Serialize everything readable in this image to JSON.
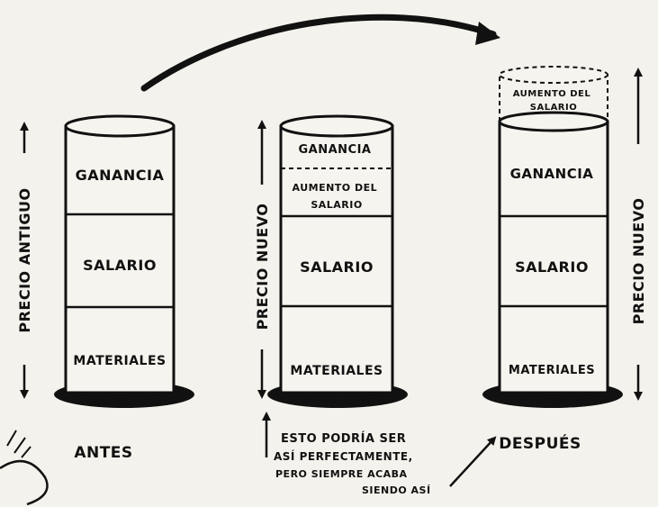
{
  "diagram": {
    "stacks": [
      {
        "id": "antes",
        "caption": "ANTES",
        "side_label": "PRECIO ANTIGUO",
        "segments": [
          "GANANCIA",
          "SALARIO",
          "MATERIALES"
        ]
      },
      {
        "id": "middle",
        "side_label": "PRECIO NUEVO",
        "segments": [
          "GANANCIA",
          "AUMENTO DEL SALARIO",
          "SALARIO",
          "MATERIALES"
        ]
      },
      {
        "id": "despues",
        "caption": "DESPUÉS",
        "side_label": "PRECIO NUEVO",
        "overflow_segment": "AUMENTO DEL SALARIO",
        "segments": [
          "GANANCIA",
          "SALARIO",
          "MATERIALES"
        ]
      }
    ],
    "note": {
      "line1": "ESTO PODRÍA SER",
      "line2": "ASÍ PERFECTAMENTE,",
      "line3": "PERO SIEMPRE ACABA",
      "line4": "SIENDO ASÍ"
    }
  }
}
